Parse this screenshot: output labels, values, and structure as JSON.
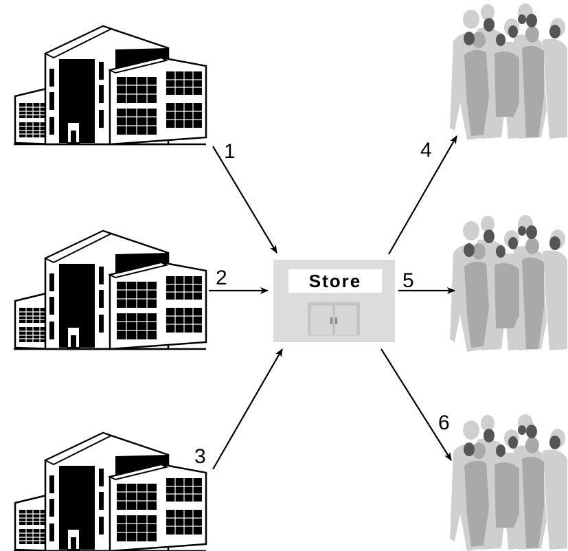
{
  "store": {
    "label": "Store"
  },
  "edges": [
    {
      "id": "1",
      "label": "1"
    },
    {
      "id": "2",
      "label": "2"
    },
    {
      "id": "3",
      "label": "3"
    },
    {
      "id": "4",
      "label": "4"
    },
    {
      "id": "5",
      "label": "5"
    },
    {
      "id": "6",
      "label": "6"
    }
  ],
  "icons": {
    "factory": "factory-building-icon",
    "customers": "customer-crowd-icon",
    "store": "store-icon"
  },
  "colors": {
    "store_fill": "#dcdcdc",
    "crowd_light": "#cfcfcf",
    "crowd_mid": "#a9a9a9",
    "crowd_dark": "#555555",
    "building_line": "#000000"
  }
}
